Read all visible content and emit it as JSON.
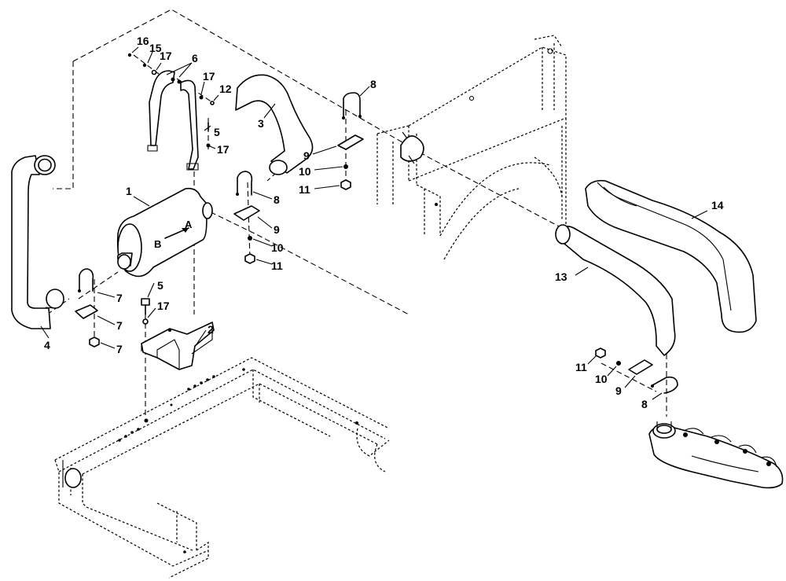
{
  "callouts": {
    "c1": "1",
    "c2": "2",
    "c3": "3",
    "c4": "4",
    "c5a": "5",
    "c5b": "5",
    "c6": "6",
    "c7a": "7",
    "c7b": "7",
    "c7c": "7",
    "c8a": "8",
    "c8b": "8",
    "c8c": "8",
    "c9a": "9",
    "c9b": "9",
    "c9c": "9",
    "c10a": "10",
    "c10b": "10",
    "c10c": "10",
    "c11a": "11",
    "c11b": "11",
    "c11c": "11",
    "c12": "12",
    "c13": "13",
    "c14": "14",
    "c15": "15",
    "c16": "16",
    "c17a": "17",
    "c17b": "17",
    "c17c": "17",
    "c17d": "17"
  },
  "muffler_flow": {
    "inlet_mark": "A",
    "outlet_mark": "B"
  }
}
